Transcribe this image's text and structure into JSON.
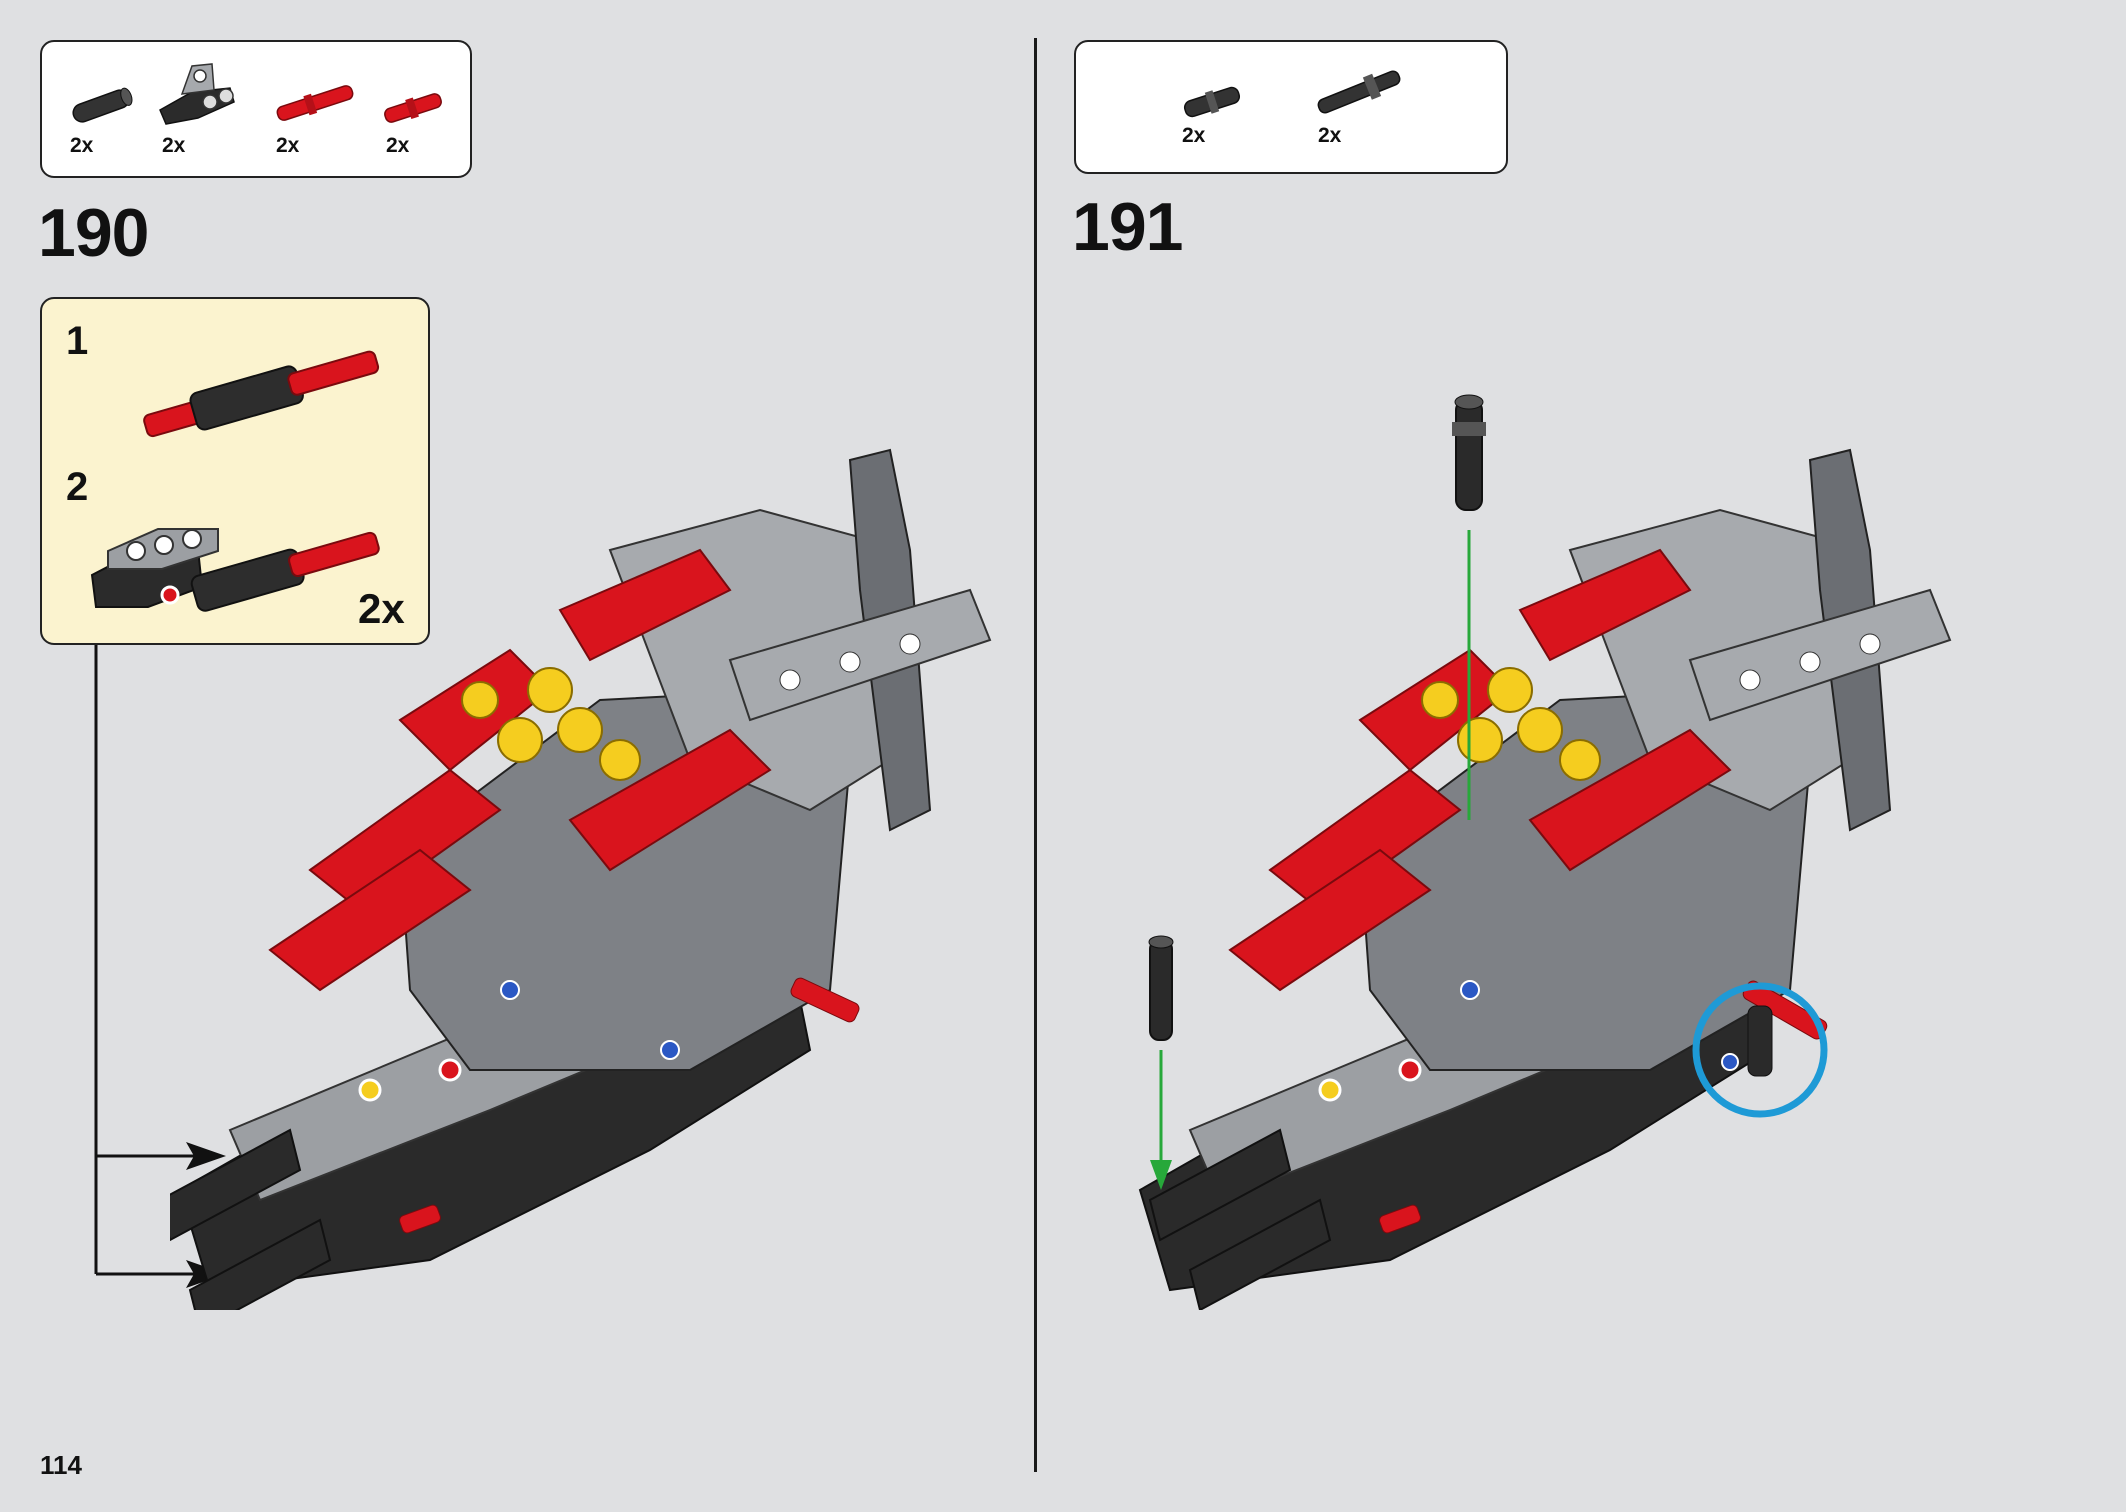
{
  "page": {
    "number": "114"
  },
  "steps": [
    {
      "number": "190",
      "parts": [
        {
          "icon": "black-axle-pin-icon",
          "qty": "2x"
        },
        {
          "icon": "gray-pin-connector-icon",
          "qty": "2x"
        },
        {
          "icon": "red-long-axle-pin-icon",
          "qty": "2x"
        },
        {
          "icon": "red-axle-pin-icon",
          "qty": "2x"
        }
      ],
      "subassembly": {
        "steps": [
          "1",
          "2"
        ],
        "multiplier": "2x"
      }
    },
    {
      "number": "191",
      "parts": [
        {
          "icon": "black-short-pin-icon",
          "qty": "2x"
        },
        {
          "icon": "black-long-pin-icon",
          "qty": "2x"
        }
      ]
    }
  ],
  "colors": {
    "background": "#dfe0e2",
    "subassembly_bg": "#fbf3cf",
    "lego_red": "#d9141d",
    "lego_yellow": "#f5cd1f",
    "lego_black": "#2a2a2a",
    "lego_gray": "#9c9fa3",
    "highlight_circle": "#1e9ad6",
    "insertion_arrow": "#27a83a"
  }
}
